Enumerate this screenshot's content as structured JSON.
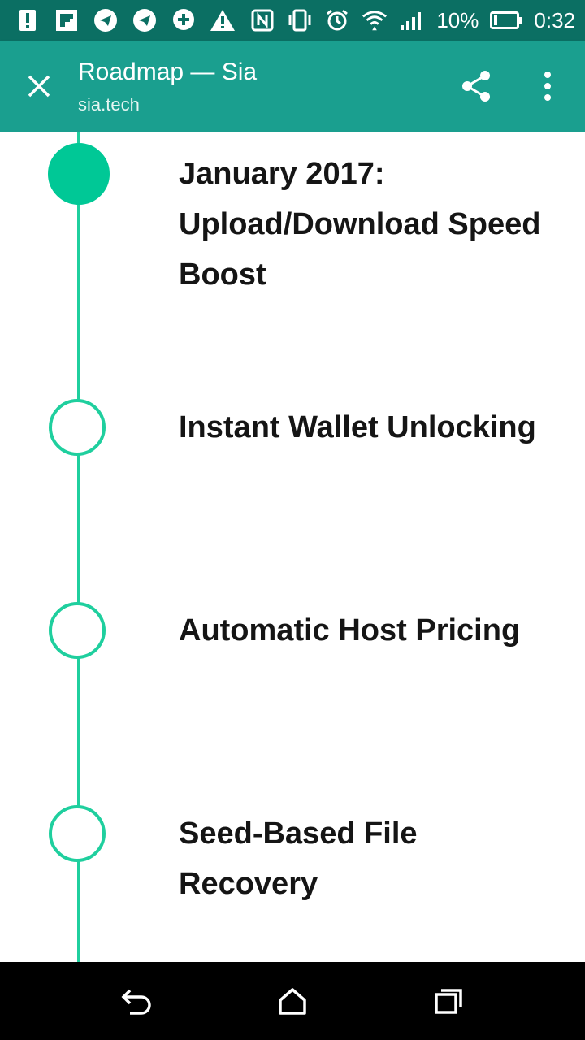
{
  "status_bar": {
    "battery_percent": "10%",
    "time": "0:32",
    "left_icons": [
      "alert-icon",
      "flipboard-icon",
      "telegram-icon",
      "telegram-icon",
      "plus-chat-icon",
      "warning-icon"
    ],
    "right_icons": [
      "nfc-icon",
      "vibrate-icon",
      "alarm-icon",
      "wifi-icon",
      "signal-icon",
      "battery-icon"
    ]
  },
  "app_bar": {
    "title": "Roadmap — Sia",
    "subtitle": "sia.tech",
    "close_icon": "close-icon",
    "share_icon": "share-icon",
    "menu_icon": "more-vert-icon"
  },
  "timeline": {
    "accent_color": "#1fcf9e",
    "items": [
      {
        "text": "January 2017: Upload/Download Speed Boost",
        "state": "filled"
      },
      {
        "text": "Instant Wallet Unlocking",
        "state": "outline"
      },
      {
        "text": "Automatic Host Pricing",
        "state": "outline"
      },
      {
        "text": "Seed-Based File Recovery",
        "state": "outline"
      }
    ]
  },
  "nav_bar": {
    "back_icon": "back-icon",
    "home_icon": "home-icon",
    "recents_icon": "recents-icon"
  }
}
